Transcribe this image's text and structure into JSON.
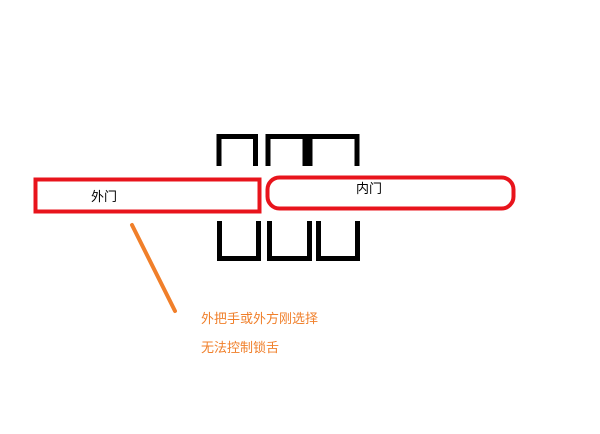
{
  "diagram": {
    "outer_door": {
      "label": "外门",
      "color": "#e8141c"
    },
    "inner_door": {
      "label": "内门",
      "color": "#e8141c"
    },
    "frame_color": "#000000",
    "annotation": {
      "line1": "外把手或外方刚选择",
      "line2": "无法控制锁舌",
      "color": "#f07f2a"
    }
  }
}
